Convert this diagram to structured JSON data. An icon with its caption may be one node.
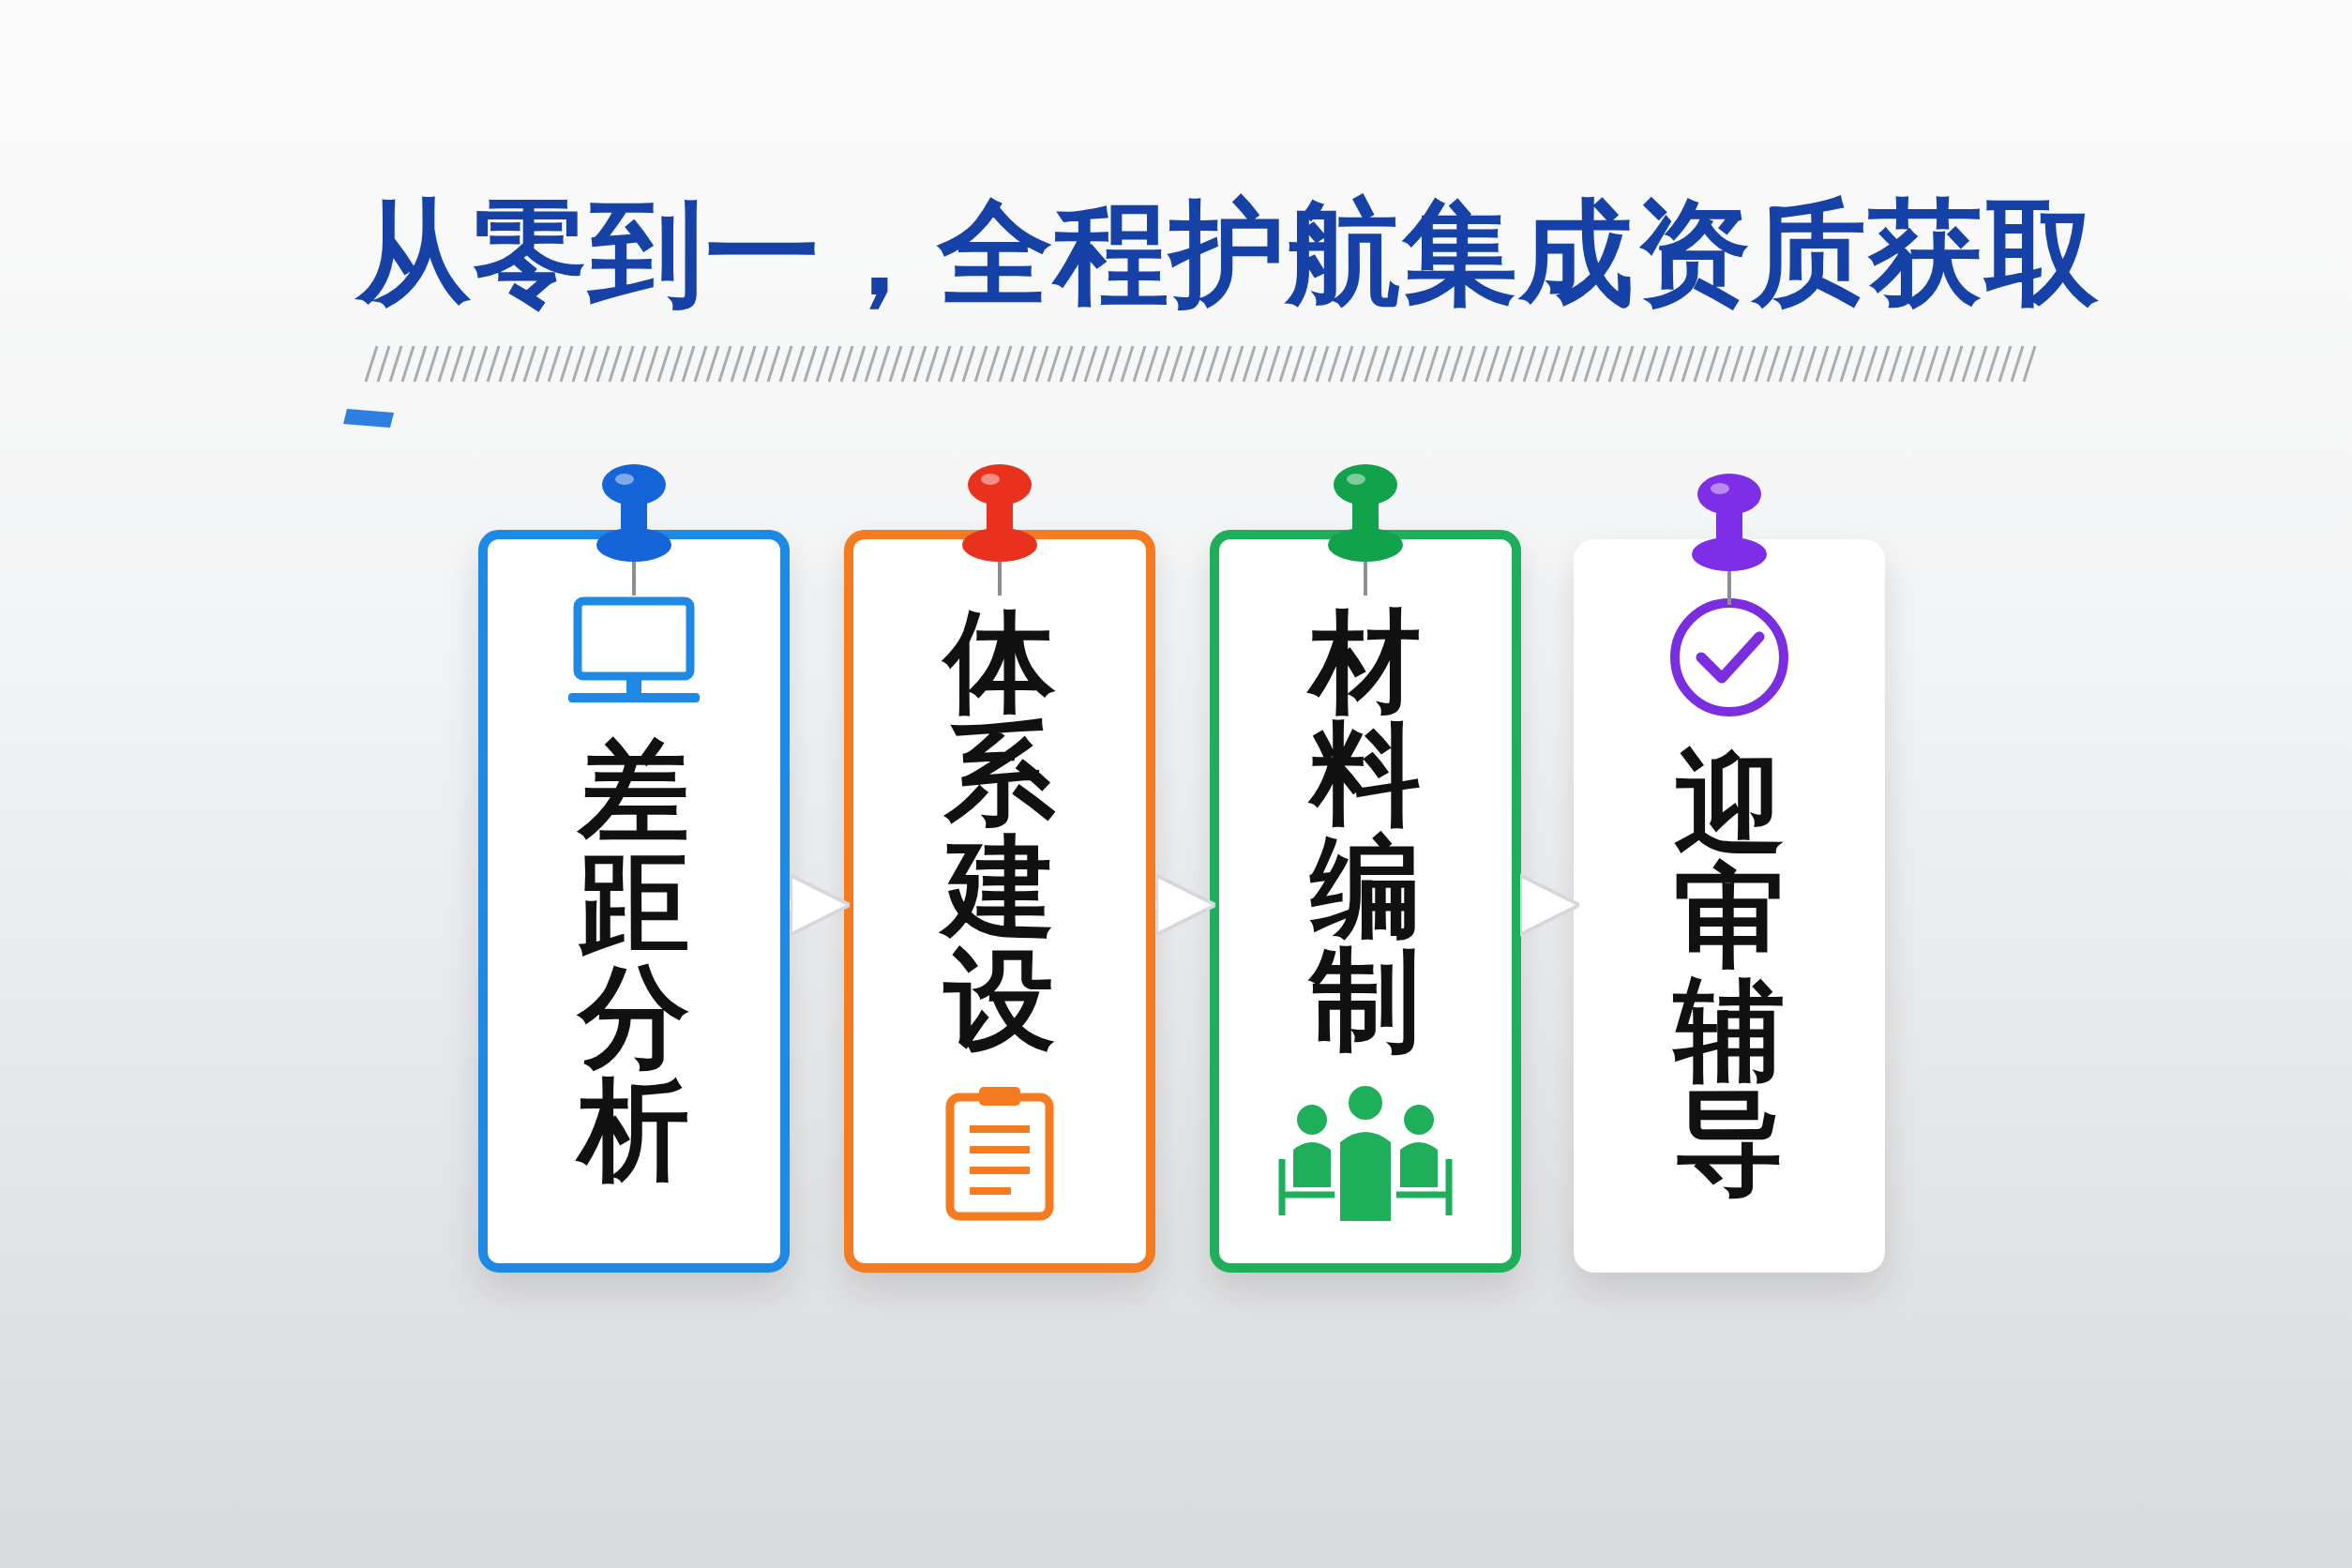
{
  "diagram": {
    "title": "从零到一，全程护航集成资质获取",
    "nodes": [
      {
        "text": [
          "差距分析"
        ]
      },
      {
        "text": [
          "体系建设"
        ]
      },
      {
        "text": [
          "材料编制"
        ]
      },
      {
        "text": [
          "迎审辅导"
        ]
      }
    ],
    "edges": [
      {
        "from": 0,
        "to": 1,
        "arrow": "to"
      },
      {
        "from": 1,
        "to": 2,
        "arrow": "to"
      },
      {
        "from": 2,
        "to": 3,
        "arrow": "to"
      }
    ]
  }
}
